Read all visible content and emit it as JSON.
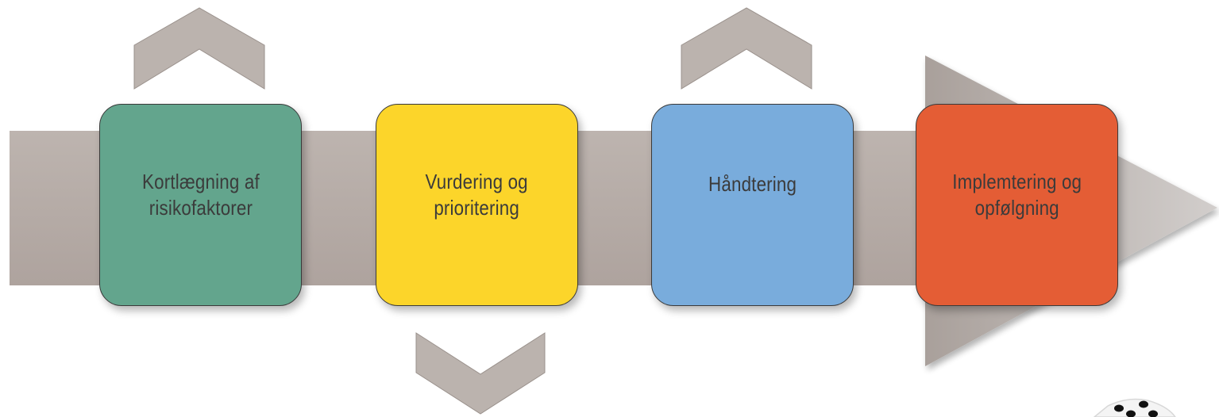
{
  "steps": [
    {
      "label": "Kortlægning af\nrisikofaktorer",
      "color": "#63a58d"
    },
    {
      "label": "Vurdering og\nprioritering",
      "color": "#fcd52a"
    },
    {
      "label": "Håndtering",
      "color": "#79acdc"
    },
    {
      "label": "Implemtering og\nopfølgning",
      "color": "#e45d35"
    }
  ],
  "colors": {
    "arrow": "#b5aba6",
    "arrow_head": "#c9c4c2",
    "chevron": "#bbb3ae",
    "border": "#3a3a3a",
    "text": "#3b3b3b"
  },
  "icons": {
    "up_chevrons": [
      "chevron-up-icon",
      "chevron-up-icon"
    ],
    "down_chevrons": [
      "chevron-down-icon"
    ],
    "decoration": "dice-icon"
  }
}
